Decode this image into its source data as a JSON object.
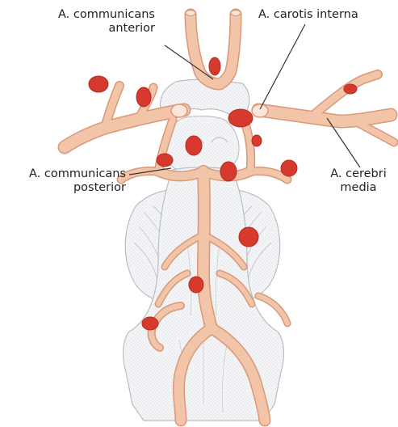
{
  "figure": {
    "colors": {
      "artery_fill": "#f2c4a8",
      "artery_stroke": "#d9987a",
      "aneurysm": "#d63a2e",
      "aneurysm_edge": "#b52a20",
      "brain_fill": "#eef0f2",
      "brain_stroke": "#b9bec4",
      "leader_line": "#333333"
    },
    "labels": {
      "comm_anterior": [
        "A. communicans",
        "anterior"
      ],
      "carotis_interna": "A. carotis interna",
      "comm_posterior": [
        "A. communicans",
        "posterior"
      ],
      "cerebri_media": [
        "A. cerebri",
        "media"
      ]
    }
  }
}
